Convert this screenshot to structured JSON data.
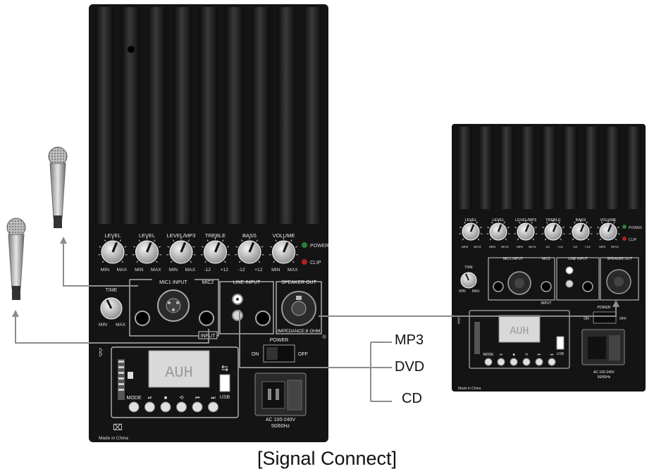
{
  "caption": "[Signal Connect]",
  "sources": [
    "MP3",
    "DVD",
    "CD"
  ],
  "panel": {
    "knobs": [
      "LEVEL",
      "LEVEL",
      "LEVEL/MP3",
      "TREBLE",
      "BASS",
      "VOLUME"
    ],
    "knob_scales": [
      [
        "MIN",
        "MAX"
      ],
      [
        "MIN",
        "MAX"
      ],
      [
        "MIN",
        "MAX"
      ],
      [
        "-12",
        "+12"
      ],
      [
        "-12",
        "+12"
      ],
      [
        "MIN",
        "MAX"
      ]
    ],
    "time_knob": "TIME",
    "time_scale": [
      "MIN",
      "MAX"
    ],
    "indicators": [
      "POWER",
      "CLIP"
    ],
    "mic1_input": "MIC1 INPUT",
    "mic2": "MIC2",
    "line_input": "LINE INPUT",
    "speaker_out": "SPEAKER OUT",
    "impedance": "IMPEDANCE:8 OHM",
    "input_label": "INPUT",
    "power_label": "POWER",
    "on_label": "ON",
    "off_label": "OFF",
    "display_text": "AUH",
    "player_buttons": [
      "MODE",
      "⏯",
      "■",
      "⟲",
      "⏮",
      "⏭"
    ],
    "usb_label": "USB",
    "ac_label_line1": "AC 100-240V",
    "ac_label_line2": "50/60Hz",
    "made_in": "Made in China"
  },
  "colors": {
    "panel": "#141414",
    "fin": "#2a2a2a",
    "wire": "#888888",
    "led_power": "#2f7d3a",
    "led_clip": "#b02020",
    "lcd": "#d9d9d9"
  }
}
